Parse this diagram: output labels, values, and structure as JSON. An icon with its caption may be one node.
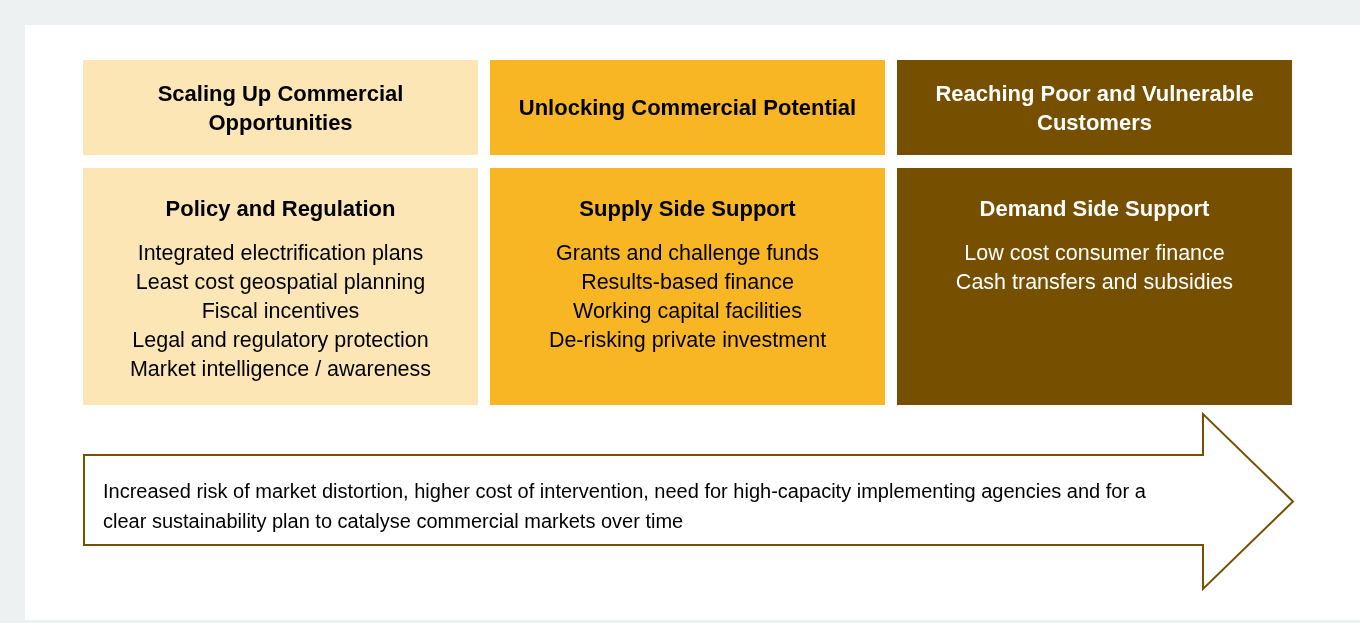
{
  "diagram": {
    "nodes": [
      {
        "text": [
          "Scaling Up Commercial Opportunities"
        ]
      },
      {
        "text": [
          "Unlocking Commercial Potential"
        ]
      },
      {
        "text": [
          "Reaching Poor and Vulnerable Customers"
        ]
      },
      {
        "text": [
          "Policy and Regulation",
          "Integrated electrification plans",
          "Least cost geospatial planning",
          "Fiscal incentives",
          "Legal and regulatory protection",
          "Market intelligence / awareness"
        ]
      },
      {
        "text": [
          "Supply Side Support",
          "Grants and challenge funds",
          "Results-based finance",
          "Working capital facilities",
          "De-risking private investment"
        ]
      },
      {
        "text": [
          "Demand Side Support",
          "Low cost consumer finance",
          "Cash transfers and subsidies"
        ]
      },
      {
        "text": [
          "Increased risk of market distortion, higher cost of intervention, need for high-capacity implementing agencies and for a clear sustainability plan to catalyse commercial markets over time"
        ]
      }
    ]
  }
}
